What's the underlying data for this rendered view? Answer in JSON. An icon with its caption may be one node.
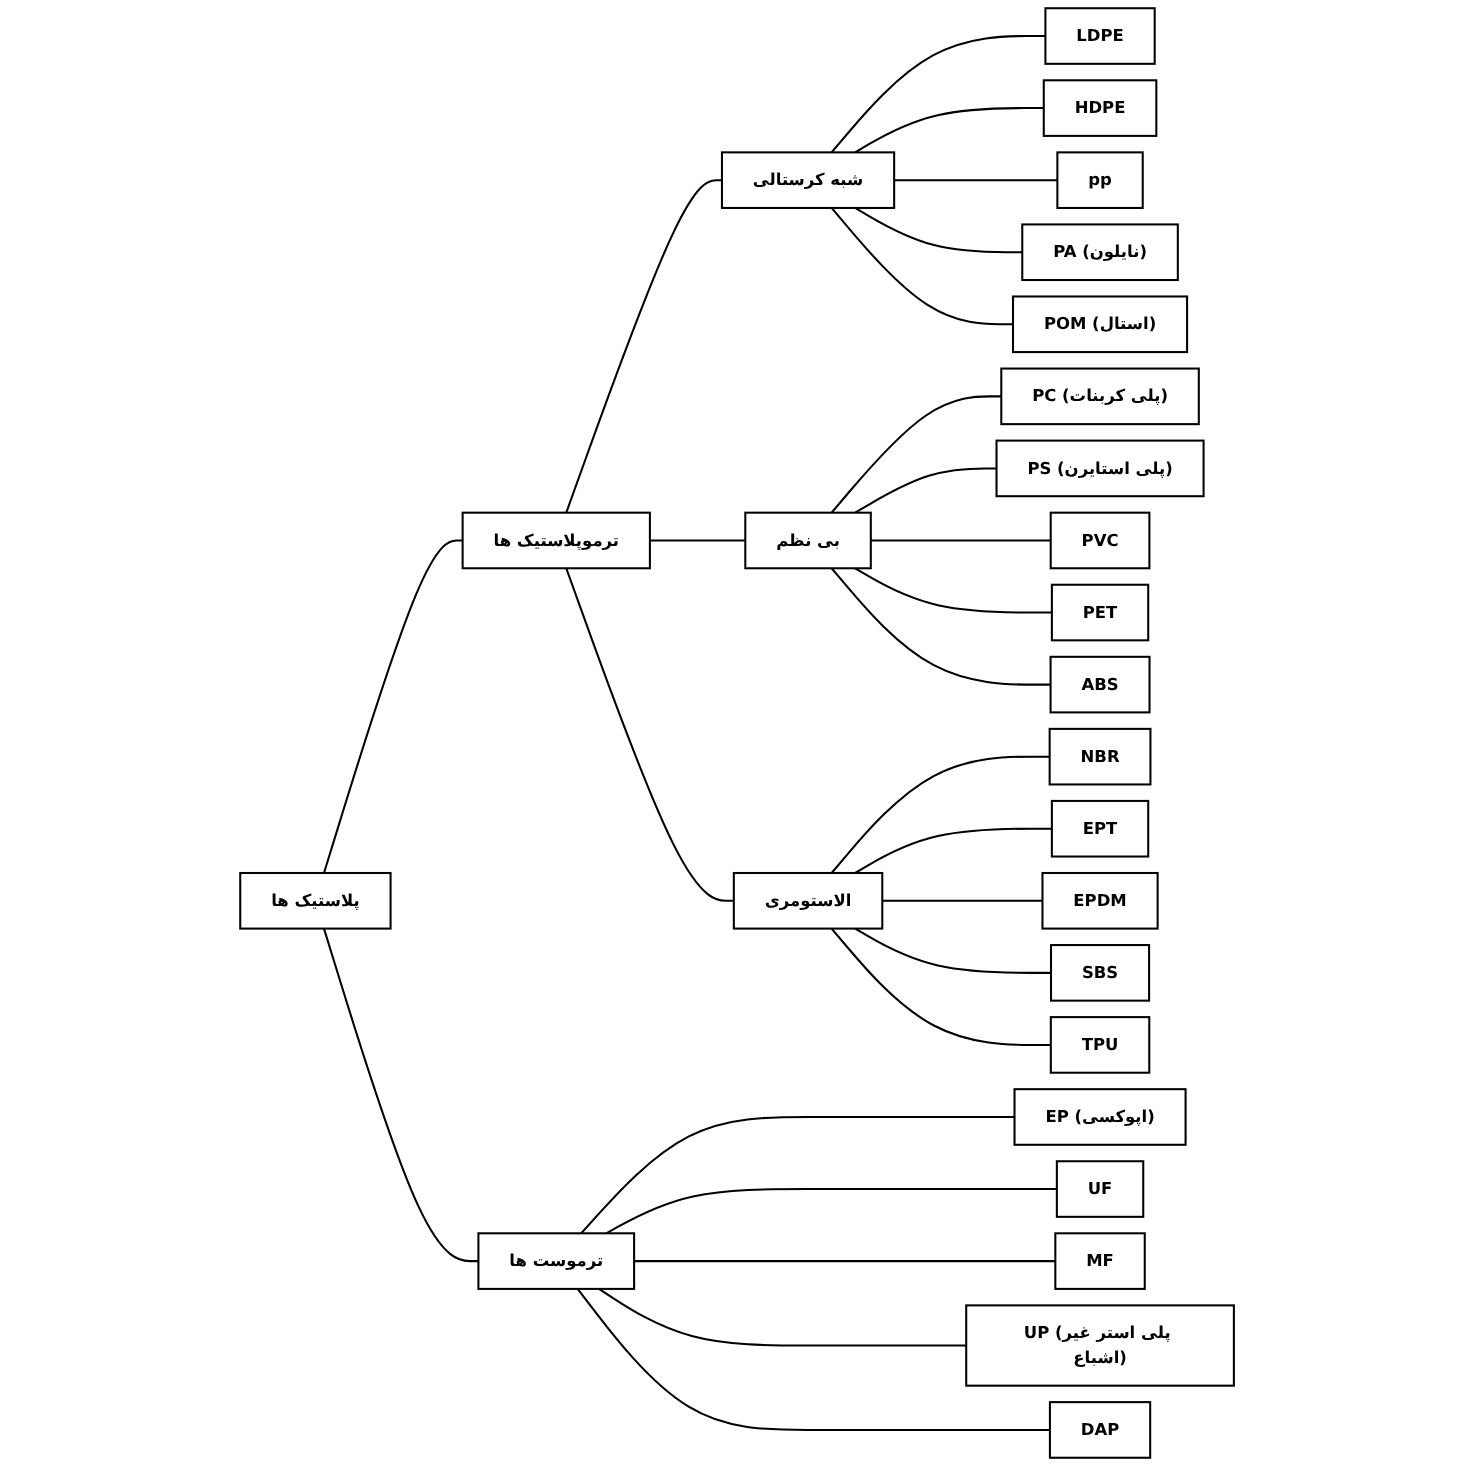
{
  "diagram": {
    "nodes": [
      {
        "text": [
          "پلاستیک ها"
        ]
      },
      {
        "text": [
          "ترموپلاستیک ها"
        ]
      },
      {
        "text": [
          "ترموست ها"
        ]
      },
      {
        "text": [
          "شبه کرستالی"
        ]
      },
      {
        "text": [
          "بی نظم"
        ]
      },
      {
        "text": [
          "الاستومری"
        ]
      },
      {
        "text": [
          "LDPE"
        ]
      },
      {
        "text": [
          "HDPE"
        ]
      },
      {
        "text": [
          "pp"
        ]
      },
      {
        "text": [
          "PA (نایلون)"
        ]
      },
      {
        "text": [
          "POM (استال)"
        ]
      },
      {
        "text": [
          "PC (پلی کربنات)"
        ]
      },
      {
        "text": [
          "PS (پلی استایرن)"
        ]
      },
      {
        "text": [
          "PVC"
        ]
      },
      {
        "text": [
          "PET"
        ]
      },
      {
        "text": [
          "ABS"
        ]
      },
      {
        "text": [
          "NBR"
        ]
      },
      {
        "text": [
          "EPT"
        ]
      },
      {
        "text": [
          "EPDM"
        ]
      },
      {
        "text": [
          "SBS"
        ]
      },
      {
        "text": [
          "TPU"
        ]
      },
      {
        "text": [
          "EP (اپوکسی)"
        ]
      },
      {
        "text": [
          "UF"
        ]
      },
      {
        "text": [
          "MF"
        ]
      },
      {
        "text": [
          "UP (پلی استر غیر اشباع)"
        ]
      },
      {
        "text": [
          "DAP"
        ]
      }
    ],
    "edges": [
      {
        "from": 0,
        "to": 1,
        "arrow": "none"
      },
      {
        "from": 0,
        "to": 2,
        "arrow": "none"
      },
      {
        "from": 1,
        "to": 3,
        "arrow": "none"
      },
      {
        "from": 1,
        "to": 4,
        "arrow": "none"
      },
      {
        "from": 1,
        "to": 5,
        "arrow": "none"
      },
      {
        "from": 3,
        "to": 6,
        "arrow": "none"
      },
      {
        "from": 3,
        "to": 7,
        "arrow": "none"
      },
      {
        "from": 3,
        "to": 8,
        "arrow": "none"
      },
      {
        "from": 3,
        "to": 9,
        "arrow": "none"
      },
      {
        "from": 3,
        "to": 10,
        "arrow": "none"
      },
      {
        "from": 4,
        "to": 11,
        "arrow": "none"
      },
      {
        "from": 4,
        "to": 12,
        "arrow": "none"
      },
      {
        "from": 4,
        "to": 13,
        "arrow": "none"
      },
      {
        "from": 4,
        "to": 14,
        "arrow": "none"
      },
      {
        "from": 4,
        "to": 15,
        "arrow": "none"
      },
      {
        "from": 5,
        "to": 16,
        "arrow": "none"
      },
      {
        "from": 5,
        "to": 17,
        "arrow": "none"
      },
      {
        "from": 5,
        "to": 18,
        "arrow": "none"
      },
      {
        "from": 5,
        "to": 19,
        "arrow": "none"
      },
      {
        "from": 5,
        "to": 20,
        "arrow": "none"
      },
      {
        "from": 2,
        "to": 21,
        "arrow": "none"
      },
      {
        "from": 2,
        "to": 22,
        "arrow": "none"
      },
      {
        "from": 2,
        "to": 23,
        "arrow": "none"
      },
      {
        "from": 2,
        "to": 24,
        "arrow": "none"
      },
      {
        "from": 2,
        "to": 25,
        "arrow": "none"
      }
    ]
  }
}
